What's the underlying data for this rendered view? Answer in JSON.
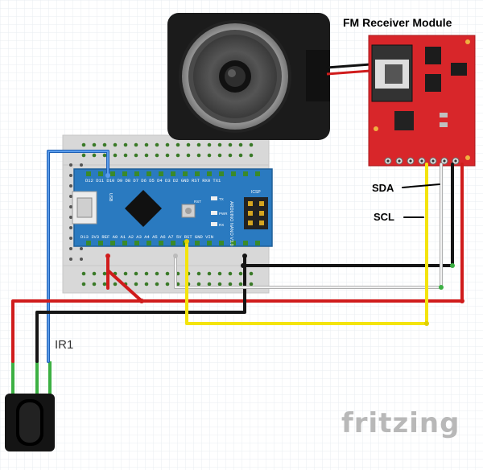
{
  "labels": {
    "module_title": "FM Receiver Module",
    "sda": "SDA",
    "scl": "SCL",
    "ir": "IR1",
    "brand": "fritzing"
  },
  "board_text": {
    "top_pins": "D12 D11 D10 D9 D8 D7 D6 D5 D4 D3 D2 GND RST RX0 TX1",
    "bottom_pins": "D13 3V3 REF A0 A1 A2 A3 A4 A5 A6 A7 5V RST GND VIN",
    "name": "ARDUINO NANO V3.0",
    "usb": "USB",
    "icsp": "ICSP",
    "rst": "RST",
    "tx": "TX",
    "rx": "RX",
    "pwr": "PWR"
  },
  "colors": {
    "wire_red": "#d01c1c",
    "wire_black": "#151515",
    "wire_yellow": "#f4e40c",
    "wire_white": "#eeeeee",
    "wire_blue": "#3d7fd8",
    "arduino_blue": "#2a7ac0",
    "module_red": "#d8262a",
    "breadboard": "#d8d8d8"
  }
}
